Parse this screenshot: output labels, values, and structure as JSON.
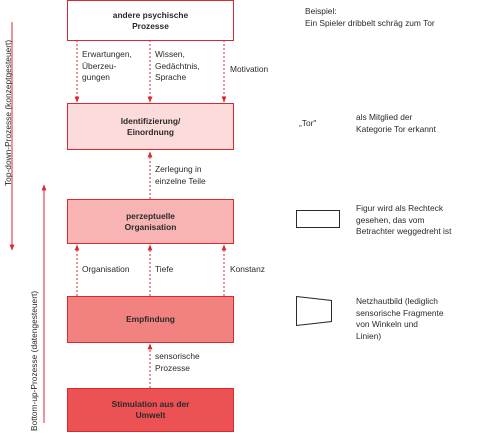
{
  "colors": {
    "stroke": "#d9282f",
    "level1": "#ffffff",
    "level2": "#fbdcdb",
    "level3": "#f7b4b3",
    "level4": "#f2827f",
    "level5": "#ec5254"
  },
  "sidebar": {
    "top_down": "Top-down-Prozesse (konzeptgesteuert)",
    "bottom_up": "Bottom-up-Prozesse (datengesteuert)"
  },
  "levels": [
    {
      "title": "andere psychische\nProzesse"
    },
    {
      "title": "Identifizierung/\nEinordnung"
    },
    {
      "title": "perzeptuelle\nOrganisation"
    },
    {
      "title": "Empfindung"
    },
    {
      "title": "Stimulation aus der\nUmwelt"
    }
  ],
  "connectors": {
    "top": [
      "Erwartungen,\nÜberzeu-\ngungen",
      "Wissen,\nGedächtnis,\nSprache",
      "Motivation"
    ],
    "org_to_ident": "Zerlegung in\neinzelne Teile",
    "emp_to_org": [
      "Organisation",
      "Tiefe",
      "Konstanz"
    ],
    "stim_to_emp": "sensorische\nProzesse"
  },
  "example": {
    "heading": "Beispiel:\nEin Spieler dribbelt schräg zum Tor",
    "ident_term": "„Tor\"",
    "ident_text": "als Mitglied der\nKategorie Tor erkannt",
    "org_text": "Figur wird als Rechteck\ngesehen, das vom\nBetrachter weggedreht ist",
    "emp_text": "Netzhautbild (lediglich\nsensorische Fragmente\nvon Winkeln und\nLinien)"
  }
}
